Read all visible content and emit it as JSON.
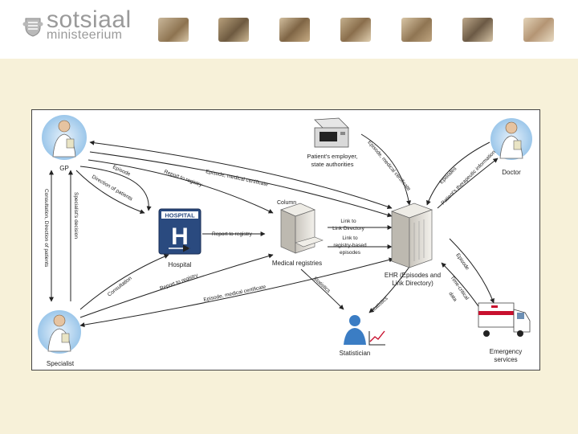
{
  "brand": {
    "name_top": "sotsiaal",
    "name_bottom": "ministeerium"
  },
  "header_photos": [
    "photo-1",
    "photo-2",
    "photo-3",
    "photo-4",
    "photo-5",
    "photo-6",
    "photo-7"
  ],
  "colors": {
    "background": "#f7f1d9",
    "logo_gray": "#9a9a9a",
    "hospital_blue": "#2a4a7f",
    "person_blue": "#3b7dc4",
    "ambulance_red": "#c8102e"
  },
  "diagram": {
    "nodes": {
      "gp": "GP",
      "doctor": "Doctor",
      "specialist": "Specialist",
      "hospital": "Hospital",
      "hospital_sign": "HOSPITAL",
      "hospital_letter": "H",
      "employer_line1": "Patient's employer,",
      "employer_line2": "state authorities",
      "registries": "Medical registries",
      "ehr_line1": "EHR (Episodes and",
      "ehr_line2": "Link Directory)",
      "statistician": "Statistician",
      "emergency_line1": "Emergency",
      "emergency_line2": "services",
      "column": "Column"
    },
    "edges": {
      "episode_gp": "Episode",
      "direction_of_patients": "Direction of patients",
      "report_to_registry_gp": "Report to registry",
      "episode_certificate_top": "Episode, medical certificate",
      "report_to_registry_hospital": "Report to registry",
      "link_directory_l1": "Link to",
      "link_directory_l2": "Link Directory",
      "registry_episodes_l1": "Link to",
      "registry_episodes_l2": "registry-based",
      "registry_episodes_l3": "episodes",
      "employer_certificate": "Episode, medical certificate",
      "episodes_doctor": "Episodes",
      "patients_info": "Patient's therapeutic information",
      "consultation_left": "Consultation, Direction of patients",
      "specialist_decision": "Specialist's decision",
      "consultation_hospital": "Consultation",
      "report_registry_bottom": "Report to registry",
      "episode_certificate_bottom": "Episode, medical certificate",
      "statistics_registry": "Statistics",
      "statistics_ehr": "Statistics",
      "episode_emergency": "Episode",
      "time_critical_l1": "Time-critical",
      "time_critical_l2": "data"
    }
  }
}
